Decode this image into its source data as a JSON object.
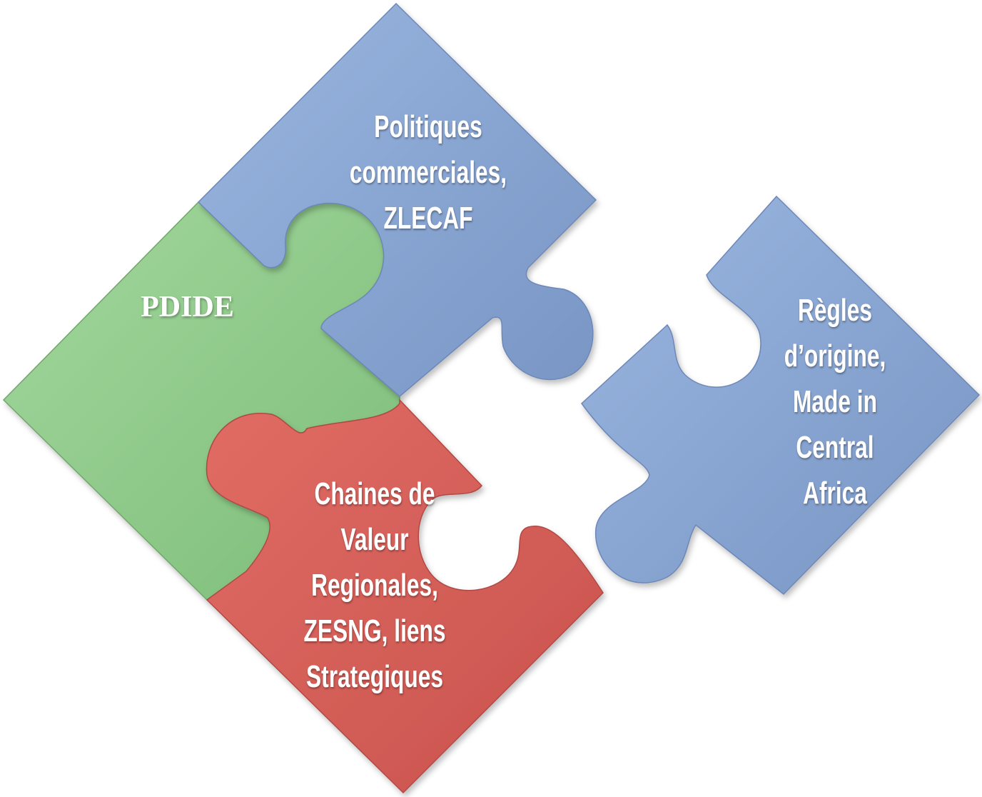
{
  "colors": {
    "green": "#8fc98a",
    "blue": "#88a6d3",
    "red": "#d5605a"
  },
  "pieces": {
    "green": {
      "label": "PDIDE"
    },
    "blue_top": {
      "label": "Politiques\ncommerciales,\nZLECAF"
    },
    "red": {
      "label": "Chaines de\nValeur\nRegionales,\nZESNG, liens\nStrategiques"
    },
    "blue_right": {
      "label": "Règles\nd’origine,\nMade in\nCentral\nAfrica"
    }
  }
}
